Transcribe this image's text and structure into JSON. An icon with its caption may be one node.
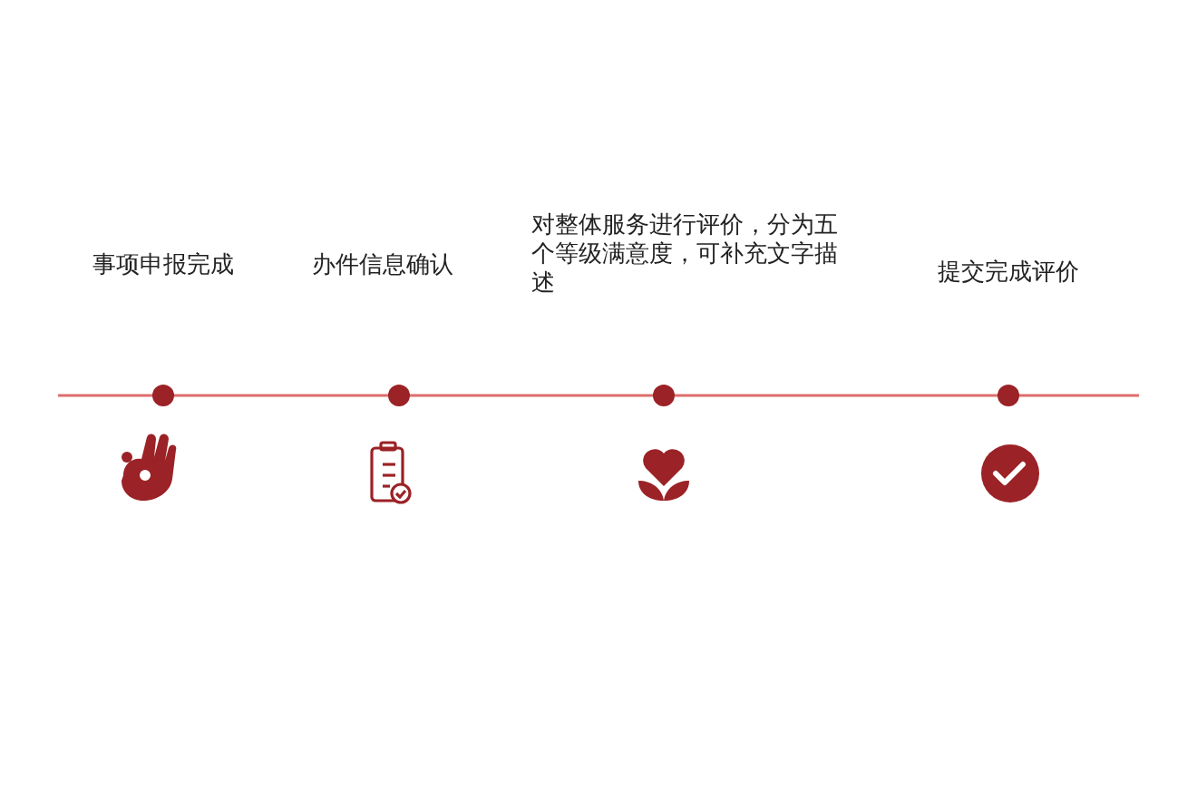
{
  "diagram": {
    "labels": [
      "事项申报完成",
      "办件信息确认",
      "对整体服务进行评价，分为五个等级满意度，可补充文字描述",
      "提交完成评价"
    ]
  }
}
